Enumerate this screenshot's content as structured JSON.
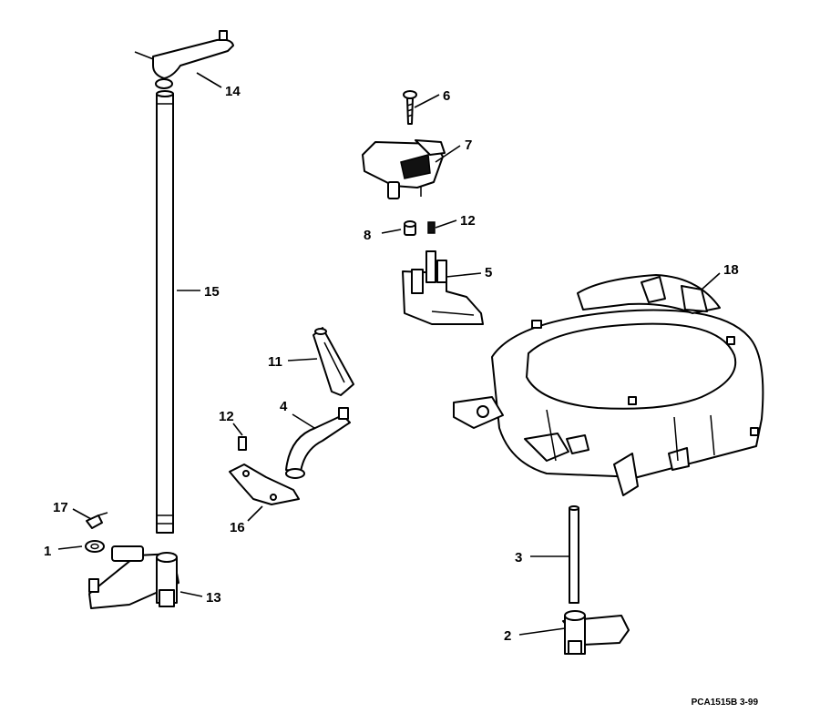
{
  "callouts": {
    "c1": "1",
    "c2": "2",
    "c3": "3",
    "c4": "4",
    "c5": "5",
    "c6": "6",
    "c7": "7",
    "c8": "8",
    "c11": "11",
    "c12a": "12",
    "c12b": "12",
    "c13": "13",
    "c14": "14",
    "c15": "15",
    "c16": "16",
    "c17": "17",
    "c18": "18"
  },
  "figure_ref": "PCA1515B  3-99"
}
